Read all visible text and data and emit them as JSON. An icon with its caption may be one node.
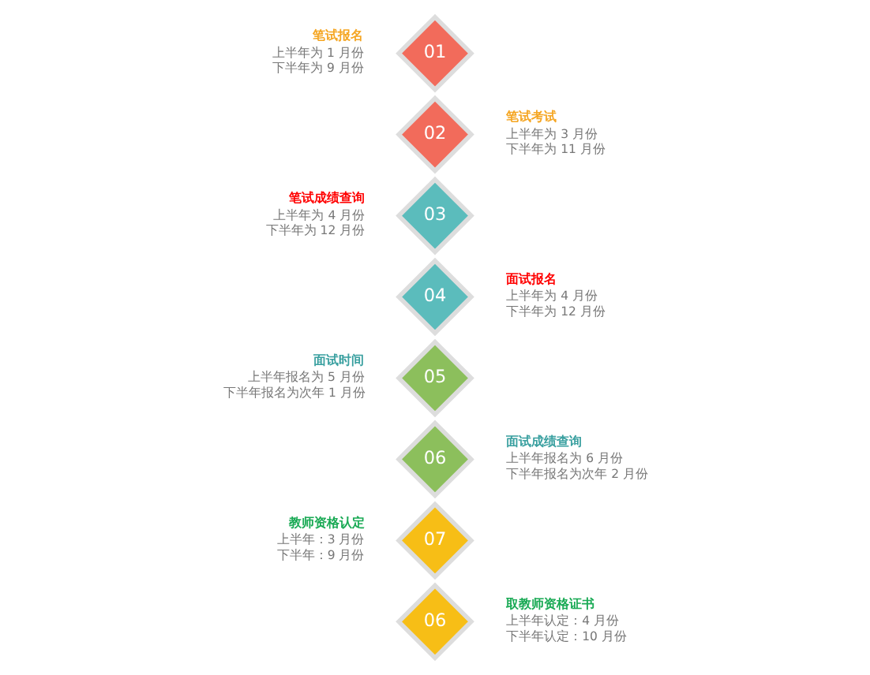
{
  "diagram": {
    "nodes": [
      {
        "text": [
          "01"
        ],
        "beside": [
          "笔试报名",
          "上半年为 1 月份",
          "下半年为 9 月份"
        ]
      },
      {
        "text": [
          "02"
        ],
        "beside": [
          "笔试考试",
          "上半年为 3 月份",
          "下半年为 11 月份"
        ]
      },
      {
        "text": [
          "03"
        ],
        "beside": [
          "笔试成绩查询",
          "上半年为 4 月份",
          "下半年为 12 月份"
        ]
      },
      {
        "text": [
          "04"
        ],
        "beside": [
          "面试报名",
          "上半年为 4 月份",
          "下半年为 12 月份"
        ]
      },
      {
        "text": [
          "05"
        ],
        "beside": [
          "面试时间",
          "上半年报名为 5 月份",
          "下半年报名为次年 1 月份"
        ]
      },
      {
        "text": [
          "06"
        ],
        "beside": [
          "面试成绩查询",
          "上半年报名为 6 月份",
          "下半年报名为次年 2 月份"
        ]
      },
      {
        "text": [
          "07"
        ],
        "beside": [
          "教师资格认定",
          "上半年：3 月份",
          "下半年：9 月份"
        ]
      },
      {
        "text": [
          "06"
        ],
        "beside": [
          "取教师资格证书",
          "上半年认定：4 月份",
          "下半年认定：10 月份"
        ]
      }
    ]
  }
}
